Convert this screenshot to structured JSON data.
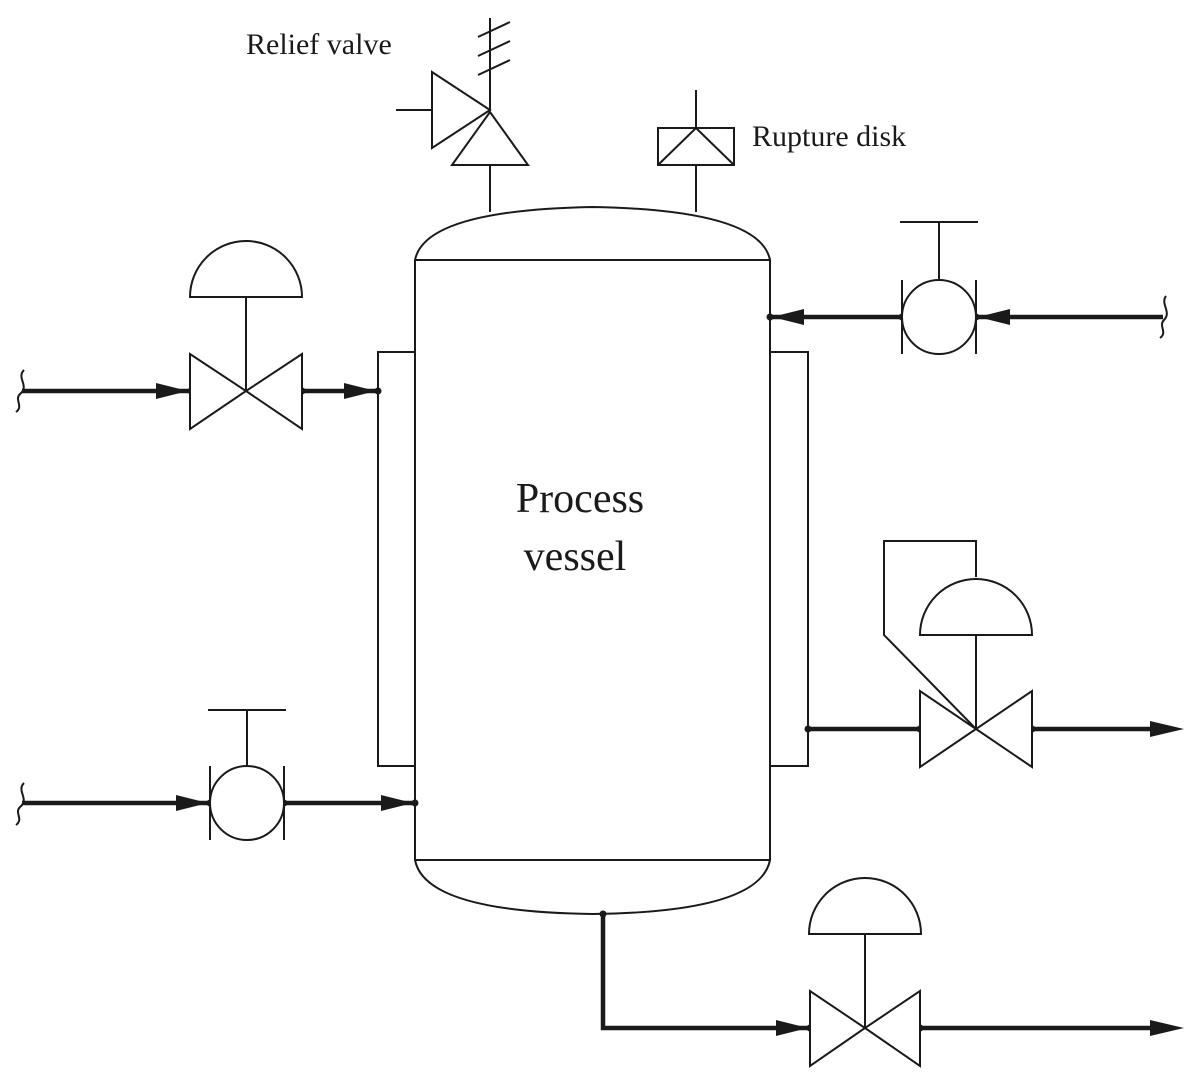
{
  "labels": {
    "relief_valve": "Relief valve",
    "rupture_disk": "Rupture disk",
    "vessel_line1": "Process",
    "vessel_line2": "vessel"
  },
  "colors": {
    "ink": "#1a1a1a",
    "background": "#ffffff"
  },
  "icons": {
    "relief_valve": "relief-valve-icon",
    "rupture_disk": "rupture-disk-icon",
    "control_valve": "diaphragm-control-valve-icon",
    "hand_valve": "hand-operated-ball-valve-icon"
  }
}
